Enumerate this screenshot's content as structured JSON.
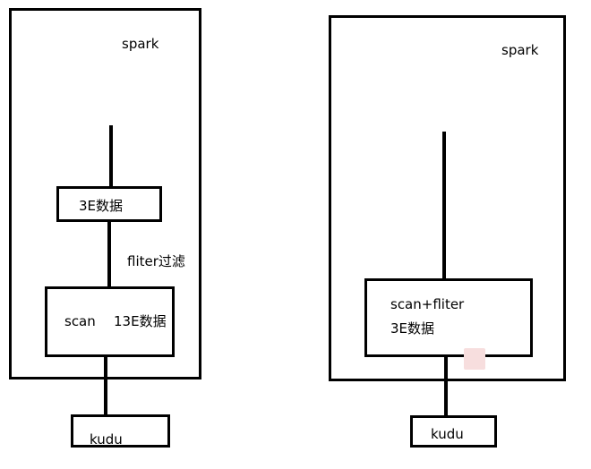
{
  "left_diagram": {
    "container_label": "spark",
    "top_box_label": "3E数据",
    "filter_label": "fliter过滤",
    "scan_label": "scan",
    "scan_count_label": "13E数据",
    "source_label": "kudu"
  },
  "right_diagram": {
    "container_label": "spark",
    "combined_line1": "scan+fliter",
    "combined_line2": "3E数据",
    "source_label": "kudu"
  },
  "colors": {
    "stroke": "#000000",
    "background": "#ffffff",
    "watermark": "#f7dede"
  }
}
